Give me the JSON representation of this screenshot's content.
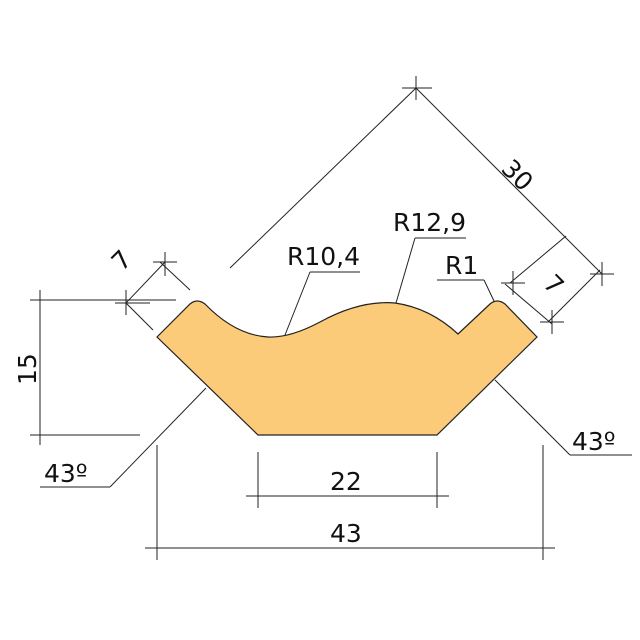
{
  "drawing": {
    "fill_color": "#FBCB7A",
    "dimensions": {
      "diagonal_top": "30",
      "left_flat": "7",
      "right_flat": "7",
      "height": "15",
      "bottom_width": "22",
      "overall_width": "43",
      "left_angle": "43º",
      "right_angle": "43º",
      "radius_trough": "R10,4",
      "radius_crest": "R12,9",
      "radius_tip": "R1"
    }
  }
}
